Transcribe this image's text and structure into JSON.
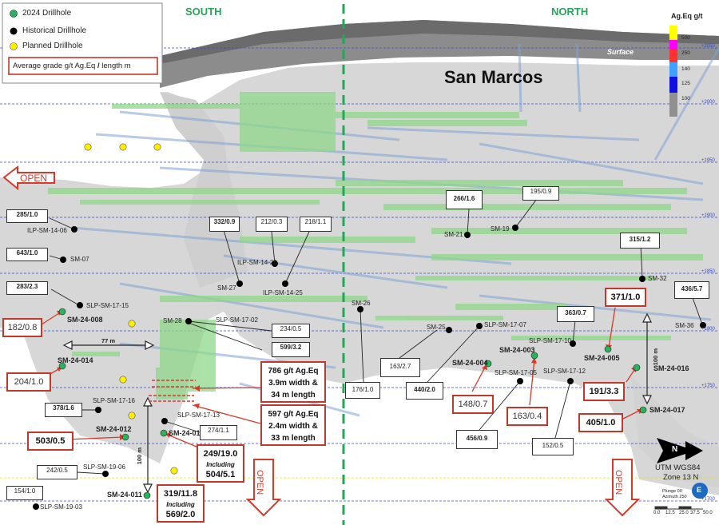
{
  "headings": {
    "south": "SOUTH",
    "north": "NORTH",
    "deposit": "San Marcos",
    "surface": "Surface"
  },
  "legend": {
    "drill_2024": "2024 Drillhole",
    "historical": "Historical Drillhole",
    "planned": "Planned Drillhole",
    "grade_note_a": "Average grade g/t Ag.Eq ",
    "grade_note_sep": "/",
    "grade_note_b": " length m"
  },
  "scale_bar": {
    "title": "Ag.Eq g/t",
    "values": [
      "500",
      "250",
      "140",
      "125",
      "100"
    ],
    "colors": [
      "#ffff00",
      "#ff00ff",
      "#ff3030",
      "#40a0ff",
      "#1010e0",
      "#909090"
    ]
  },
  "open_labels": {
    "left": "OPEN",
    "bottom_left": "OPEN",
    "bottom_right": "OPEN"
  },
  "elevations": [
    "+2050",
    "+2000",
    "+1950",
    "+1900",
    "+1850",
    "+1800",
    "+1750",
    "+1700"
  ],
  "dims": {
    "width_77": "77 m",
    "height_100_left": "100 m",
    "height_100_right": "100 m"
  },
  "drillholes": [
    {
      "id": "SM-24-008",
      "type": "2024"
    },
    {
      "id": "SM-24-014",
      "type": "2024"
    },
    {
      "id": "SM-24-012",
      "type": "2024"
    },
    {
      "id": "SM-24-010",
      "type": "2024"
    },
    {
      "id": "SM-24-011",
      "type": "2024"
    },
    {
      "id": "SM-24-004",
      "type": "2024"
    },
    {
      "id": "SM-24-003",
      "type": "2024"
    },
    {
      "id": "SM-24-005",
      "type": "2024"
    },
    {
      "id": "SM-24-016",
      "type": "2024"
    },
    {
      "id": "SM-24-017",
      "type": "2024"
    },
    {
      "id": "ILP-SM-14-06",
      "type": "historical"
    },
    {
      "id": "SM-07",
      "type": "historical"
    },
    {
      "id": "SLP-SM-17-15",
      "type": "historical"
    },
    {
      "id": "SM-28",
      "type": "historical"
    },
    {
      "id": "SM-27",
      "type": "historical"
    },
    {
      "id": "ILP-SM-14-26",
      "type": "historical"
    },
    {
      "id": "ILP-SM-14-25",
      "type": "historical"
    },
    {
      "id": "SLP-SM-17-02",
      "type": "historical"
    },
    {
      "id": "SLP-SM-17-16",
      "type": "historical"
    },
    {
      "id": "SLP-SM-17-13",
      "type": "historical"
    },
    {
      "id": "SLP-SM-19-06",
      "type": "historical"
    },
    {
      "id": "SLP-SM-19-03",
      "type": "historical"
    },
    {
      "id": "SM-26",
      "type": "historical"
    },
    {
      "id": "SM-25",
      "type": "historical"
    },
    {
      "id": "SLP-SM-17-07",
      "type": "historical"
    },
    {
      "id": "SM-21",
      "type": "historical"
    },
    {
      "id": "SM-19",
      "type": "historical"
    },
    {
      "id": "SLP-SM-17-05",
      "type": "historical"
    },
    {
      "id": "SLP-SM-17-10",
      "type": "historical"
    },
    {
      "id": "SLP-SM-17-12",
      "type": "historical"
    },
    {
      "id": "SM-32",
      "type": "historical"
    },
    {
      "id": "SM-36",
      "type": "historical"
    }
  ],
  "historical_grades": [
    "285/1.0",
    "643/1.0",
    "283/2.3",
    "332/0.9",
    "212/0.3",
    "218/1.1",
    "234/0.5",
    "599/3.2",
    "378/1.6",
    "274/1.1",
    "242/0.5",
    "154/1.0",
    "176/1.0",
    "163/2.7",
    "440/2.0",
    "456/0.9",
    "152/0.5",
    "266/1.6",
    "195/0.9",
    "315/1.2",
    "363/0.7",
    "436/5.7"
  ],
  "new_grades": [
    "182/0.8",
    "204/1.0",
    "503/0.5",
    "148/0.7",
    "163/0.4",
    "371/1.0",
    "191/3.3",
    "405/1.0"
  ],
  "callouts": {
    "c786": [
      "786 g/t Ag.Eq",
      "3.9m width &",
      "34 m length"
    ],
    "c597": [
      "597 g/t Ag.Eq",
      "2.4m width &",
      "33 m length"
    ],
    "c249": [
      "249/19.0",
      "Including",
      "504/5.1"
    ],
    "c319": [
      "319/11.8",
      "Including",
      "569/2.0"
    ]
  },
  "projection": {
    "system": "UTM WGS84",
    "zone": "Zone 13 N",
    "plunge": "Plunge 00",
    "azimuth": "Azimuth 250",
    "ticks": [
      "0.0",
      "12.5",
      "25.0",
      "37.5",
      "50.0"
    ],
    "compass": "N",
    "orient": "E"
  }
}
